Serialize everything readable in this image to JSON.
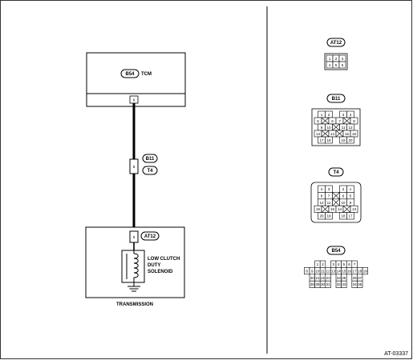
{
  "tcm": {
    "connector": "B54",
    "label": "TCM",
    "pin": "6"
  },
  "in_line_connector": {
    "codes": [
      "B11",
      "T4"
    ],
    "pin": "8"
  },
  "solenoid_connector": {
    "code": "AT12",
    "pin": "6"
  },
  "solenoid_label": [
    "LOW CLUTCH",
    "DUTY",
    "SOLENOID"
  ],
  "transmission_label": "TRANSMISSION",
  "figure_ref": "AT-03337",
  "connectors": [
    {
      "code": "AT12",
      "rows": [
        [
          {
            "t": "1"
          },
          {
            "t": "2"
          },
          {
            "t": "3"
          }
        ],
        [
          {
            "t": "4"
          },
          {
            "t": "5"
          },
          {
            "t": "6"
          }
        ]
      ]
    },
    {
      "code": "B11",
      "rows": [
        [
          {
            "t": "1"
          },
          {
            "t": "2"
          },
          {
            "t": ""
          },
          {
            "t": "3"
          },
          {
            "t": "4"
          }
        ],
        [
          {
            "t": "5"
          },
          {
            "t": "X"
          },
          {
            "t": "6"
          },
          {
            "t": "7"
          },
          {
            "t": "X"
          },
          {
            "t": "8"
          }
        ],
        [
          {
            "t": "9"
          },
          {
            "t": "10"
          },
          {
            "t": "X"
          },
          {
            "t": "11"
          },
          {
            "t": "12"
          }
        ],
        [
          {
            "t": "13"
          },
          {
            "t": "X"
          },
          {
            "t": "14"
          },
          {
            "t": "X"
          },
          {
            "t": "15"
          },
          {
            "t": "16"
          }
        ],
        [
          {
            "t": "17"
          },
          {
            "t": "18"
          },
          {
            "t": ""
          },
          {
            "t": "19"
          },
          {
            "t": "20"
          }
        ]
      ]
    },
    {
      "code": "T4",
      "rows": [
        [
          {
            "t": "4"
          },
          {
            "t": "3"
          },
          {
            "t": ""
          },
          {
            "t": "2"
          },
          {
            "t": "1"
          }
        ],
        [
          {
            "t": "8"
          },
          {
            "t": "7"
          },
          {
            "t": "X"
          },
          {
            "t": "6"
          },
          {
            "t": "5"
          }
        ],
        [
          {
            "t": "12"
          },
          {
            "t": "11"
          },
          {
            "t": "X"
          },
          {
            "t": "10"
          },
          {
            "t": "9"
          }
        ],
        [
          {
            "t": "16"
          },
          {
            "t": "X"
          },
          {
            "t": "15"
          },
          {
            "t": "14"
          },
          {
            "t": "X"
          },
          {
            "t": "13"
          }
        ],
        [
          {
            "t": "20"
          },
          {
            "t": "19"
          },
          {
            "t": ""
          },
          {
            "t": "18"
          },
          {
            "t": "17"
          }
        ]
      ]
    },
    {
      "code": "B54",
      "rows": [
        [
          {
            "t": "1"
          },
          {
            "t": "2"
          },
          {
            "t": ""
          },
          {
            "t": "3"
          },
          {
            "t": "4"
          },
          {
            "t": "5"
          },
          {
            "t": "6"
          },
          {
            "t": "7"
          }
        ],
        [
          {
            "t": "8"
          },
          {
            "t": "9"
          },
          {
            "t": "10"
          },
          {
            "t": "11"
          },
          {
            "t": "12"
          },
          {
            "t": "13"
          },
          {
            "t": "14"
          },
          {
            "t": "15"
          },
          {
            "t": "16"
          },
          {
            "t": "17"
          },
          {
            "t": "18"
          },
          {
            "t": "19"
          }
        ],
        [
          {
            "t": "20"
          },
          {
            "t": "21"
          },
          {
            "t": "22"
          },
          {
            "t": "23"
          },
          {
            "t": ""
          },
          {
            "t": "24"
          },
          {
            "t": "25"
          },
          {
            "t": ""
          },
          {
            "t": "26"
          },
          {
            "t": "27"
          }
        ],
        [
          {
            "t": "28"
          },
          {
            "t": "29"
          },
          {
            "t": "30"
          },
          {
            "t": "31"
          },
          {
            "t": ""
          },
          {
            "t": "32"
          },
          {
            "t": "33"
          },
          {
            "t": ""
          },
          {
            "t": "34"
          },
          {
            "t": "35"
          }
        ]
      ]
    }
  ]
}
